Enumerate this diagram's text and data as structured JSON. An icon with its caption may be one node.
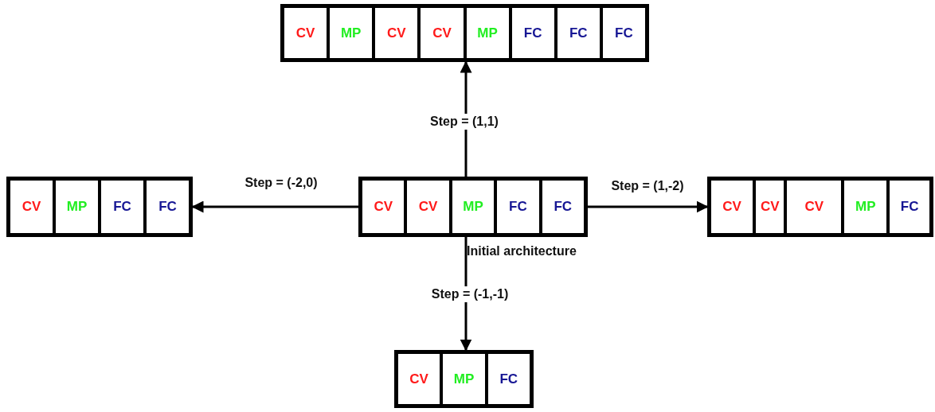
{
  "diagram": {
    "nodes": [
      {
        "text": [],
        "shape": "box"
      },
      {
        "text": [
          "CV"
        ],
        "in": 0
      },
      {
        "text": [
          "MP"
        ],
        "in": 0
      },
      {
        "text": [
          "CV"
        ],
        "in": 0
      },
      {
        "text": [
          "CV"
        ],
        "in": 0
      },
      {
        "text": [
          "MP"
        ],
        "in": 0
      },
      {
        "text": [
          "FC"
        ],
        "in": 0
      },
      {
        "text": [
          "FC"
        ],
        "in": 0
      },
      {
        "text": [
          "FC"
        ],
        "in": 0
      },
      {
        "text": [],
        "shape": "box"
      },
      {
        "text": [
          "CV"
        ],
        "in": 9
      },
      {
        "text": [
          "MP"
        ],
        "in": 9
      },
      {
        "text": [
          "FC"
        ],
        "in": 9
      },
      {
        "text": [
          "FC"
        ],
        "in": 9
      },
      {
        "text": [],
        "shape": "box",
        "beside": [
          "Initial architecture"
        ]
      },
      {
        "text": [
          "CV"
        ],
        "in": 14
      },
      {
        "text": [
          "CV"
        ],
        "in": 14
      },
      {
        "text": [
          "MP"
        ],
        "in": 14
      },
      {
        "text": [
          "FC"
        ],
        "in": 14
      },
      {
        "text": [
          "FC"
        ],
        "in": 14
      },
      {
        "text": [],
        "shape": "box"
      },
      {
        "text": [
          "CV"
        ],
        "in": 20
      },
      {
        "text": [
          "CV"
        ],
        "in": 20
      },
      {
        "text": [
          "CV"
        ],
        "in": 20
      },
      {
        "text": [
          "MP"
        ],
        "in": 20
      },
      {
        "text": [
          "FC"
        ],
        "in": 20
      },
      {
        "text": [],
        "shape": "box"
      },
      {
        "text": [
          "CV"
        ],
        "in": 26
      },
      {
        "text": [
          "MP"
        ],
        "in": 26
      },
      {
        "text": [
          "FC"
        ],
        "in": 26
      }
    ],
    "edges": [
      {
        "from": 14,
        "to": 0,
        "arrow": "to",
        "label": "Step = (1,1)"
      },
      {
        "from": 14,
        "to": 9,
        "arrow": "to",
        "label": "Step = (-2,0)"
      },
      {
        "from": 14,
        "to": 20,
        "arrow": "to",
        "label": "Step = (1,-2)"
      },
      {
        "from": 14,
        "to": 26,
        "arrow": "to",
        "label": "Step = (-1,-1)"
      }
    ]
  }
}
